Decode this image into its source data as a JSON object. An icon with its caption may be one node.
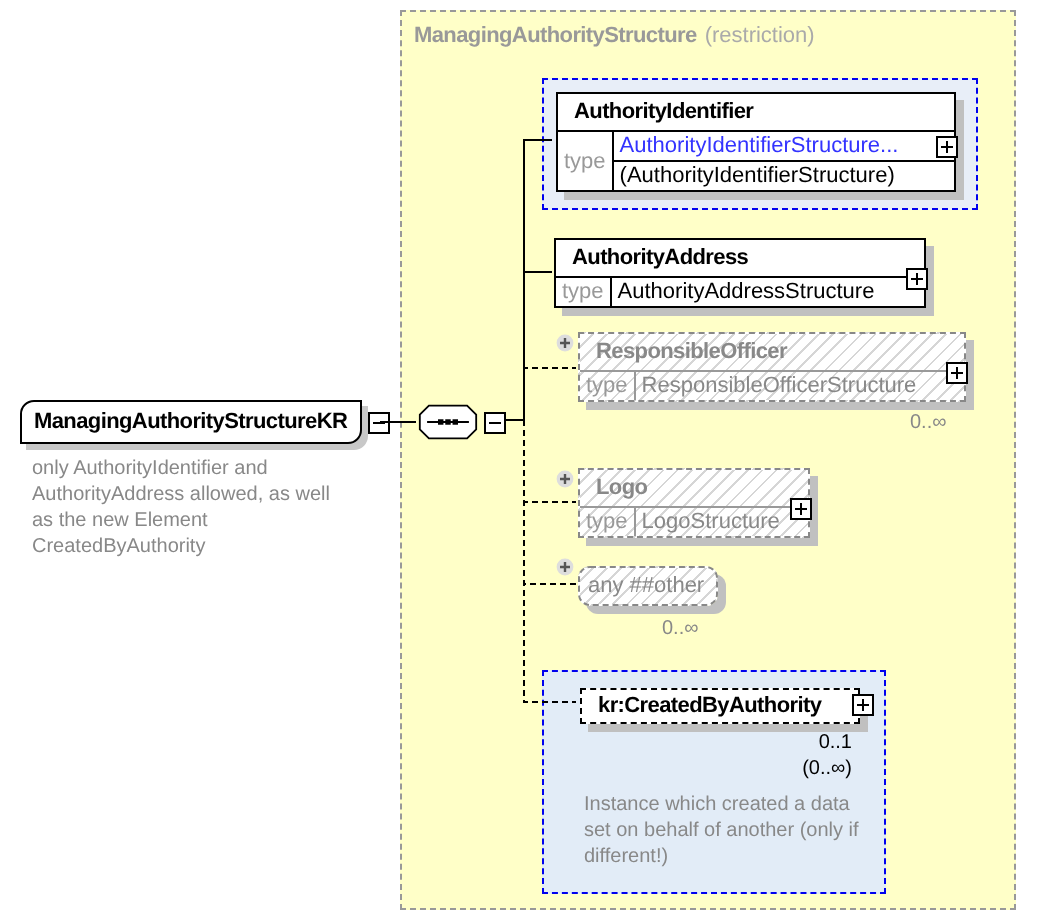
{
  "diagram": {
    "nodes": [
      {
        "text": [
          "ManagingAuthorityStructureKR"
        ],
        "beside": [
          "only AuthorityIdentifier and AuthorityAddress allowed, as well as the new Element CreatedByAuthority"
        ]
      },
      {
        "text": [
          "ManagingAuthorityStructure",
          "(restriction)"
        ]
      },
      {
        "text": [],
        "shape": "octagon",
        "in": 1
      },
      {
        "text": [],
        "shape": "box",
        "in": 1
      },
      {
        "text": [
          "AuthorityIdentifier",
          "type",
          "AuthorityIdentifierStructure...",
          "(AuthorityIdentifierStructure)"
        ],
        "in": 3
      },
      {
        "text": [
          "AuthorityAddress",
          "type",
          "AuthorityAddressStructure"
        ],
        "in": 1
      },
      {
        "text": [
          "ResponsibleOfficer",
          "type",
          "ResponsibleOfficerStructure"
        ],
        "beside": [
          "0..∞"
        ],
        "in": 1
      },
      {
        "text": [
          "Logo",
          "type",
          "LogoStructure"
        ],
        "in": 1
      },
      {
        "text": [
          "any ##other"
        ],
        "beside": [
          "0..∞"
        ],
        "in": 1
      },
      {
        "text": [],
        "shape": "box",
        "in": 1
      },
      {
        "text": [
          "kr:CreatedByAuthority"
        ],
        "beside": [
          "0..1",
          "(0..∞)",
          "Instance which created a data set on behalf of another (only if different!)"
        ],
        "in": 9
      }
    ],
    "edges": [
      {
        "from": 0,
        "to": 2,
        "arrow": "none"
      },
      {
        "from": 2,
        "to": 4,
        "arrow": "none"
      },
      {
        "from": 2,
        "to": 5,
        "arrow": "none"
      },
      {
        "from": 2,
        "to": 6,
        "arrow": "none",
        "style": "dashed"
      },
      {
        "from": 2,
        "to": 7,
        "arrow": "none",
        "style": "dashed"
      },
      {
        "from": 2,
        "to": 8,
        "arrow": "none",
        "style": "dashed"
      },
      {
        "from": 2,
        "to": 10,
        "arrow": "none",
        "style": "dashed"
      }
    ]
  }
}
